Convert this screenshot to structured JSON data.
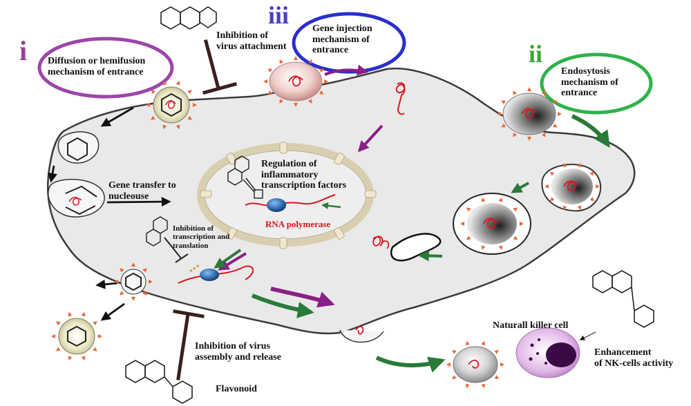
{
  "colors": {
    "cell_fill": "#e9e9e9",
    "membrane": "#3a3a3a",
    "nucleus_ring": "#d9cfb0",
    "virus_red": "#d9161d",
    "spike_orange": "#e8663a",
    "arrow_black": "#111111",
    "arrow_purple": "#8a1f86",
    "arrow_green": "#2a7a3a",
    "inhibit_dark": "#3b1f1f",
    "roman_i": "#9c3c9e",
    "roman_ii": "#3aa83a",
    "roman_iii": "#4a3fc4",
    "ellipse_i": "#9b46a8",
    "ellipse_ii": "#2fb24a",
    "ellipse_iii": "#2a2fcf",
    "nk_cell": "#c78fd0",
    "rna_pol": "#1f6fb5",
    "rna_pol_label": "#d9161d"
  },
  "labels": {
    "roman_i": "i",
    "roman_ii": "ii",
    "roman_iii": "iii",
    "diffusion": "Diffusion or hemifusion\nmechanism of entrance",
    "gene_injection": "Gene injection\nmechanism of\nentrance",
    "endosytosis": "Endosytosis\nmechanism of\nentrance",
    "inhibition_attachment": "Inhibition of\nvirus attachment",
    "regulation": "Regulation of\ninflammatory\ntranscription factors",
    "rna_polymerase": "RNA polymerase",
    "gene_transfer": "Gene transfer to\nnucleouse",
    "inhibition_transcription": "Inhibition of\ntranscription and\ntranslation",
    "inhibition_assembly": "Inhibition of virus\nassembly and release",
    "flavonoid": "Flavonoid",
    "nk_cell": "Naturall killer cell",
    "nk_enhancement": "Enhancement\nof NK-cells activity"
  }
}
